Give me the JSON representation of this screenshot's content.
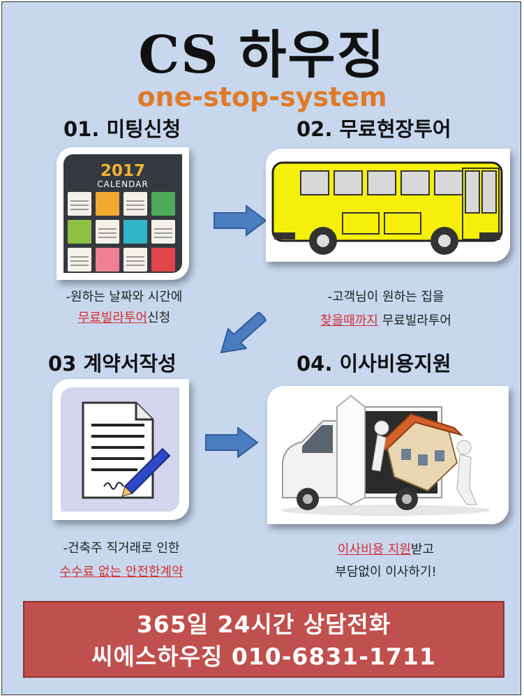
{
  "header": {
    "title": "CS 하우징",
    "subtitle": "one-stop-system"
  },
  "steps": [
    {
      "title": "01. 미팅신청",
      "desc_line1": "-원하는 날짜와 시간에",
      "desc_hl": "무료빌라투어",
      "desc_tail": "신청"
    },
    {
      "title": "02. 무료현장투어",
      "desc_line1": "-고객님이 원하는 집을",
      "desc_hl": "찾을때까지",
      "desc_tail": " 무료빌라투어"
    },
    {
      "title": "03 계약서작성",
      "desc_line1": "-건축주 직거래로 인한",
      "desc_hl": "수수료 없는 안전한계약",
      "desc_tail": ""
    },
    {
      "title": "04. 이사비용지원",
      "desc_hl": "이사비용 지원",
      "desc_tail": "받고",
      "desc_line2": "부담없이 이사하기!"
    }
  ],
  "calendar": {
    "year": "2017",
    "label": "CALENDAR"
  },
  "banner": {
    "line1": "365일 24시간 상담전화",
    "line2": "씨에스하우징 010-6831-1711"
  },
  "colors": {
    "background": "#c6d7ee",
    "accent": "#e07a27",
    "highlight": "#d92e2e",
    "banner": "#c0504d",
    "arrow": "#4a7cc0"
  }
}
